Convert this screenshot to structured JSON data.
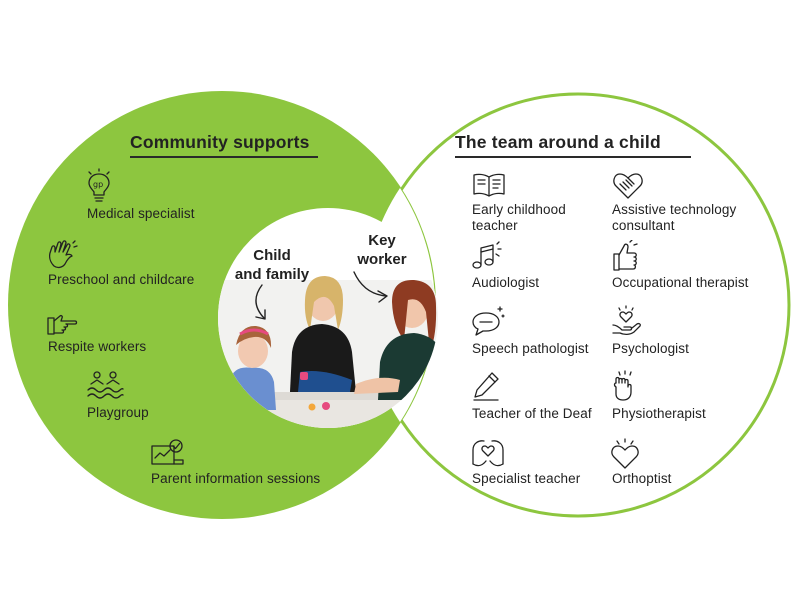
{
  "colors": {
    "community_fill": "#8dc63f",
    "team_outline": "#8dc63f",
    "text": "#222222"
  },
  "left_circle": {
    "title": "Community supports",
    "items": [
      {
        "label": "Medical specialist",
        "icon": "gp-lightbulb-icon"
      },
      {
        "label": "Preschool and childcare",
        "icon": "waving-hand-icon"
      },
      {
        "label": "Respite workers",
        "icon": "pointing-hand-icon"
      },
      {
        "label": "Playgroup",
        "icon": "people-waves-icon"
      },
      {
        "label": "Parent information sessions",
        "icon": "presentation-check-icon"
      }
    ]
  },
  "right_circle": {
    "title": "The team around a child",
    "items": [
      {
        "label_line1": "Early childhood",
        "label_line2": "teacher",
        "icon": "open-book-icon"
      },
      {
        "label_line1": "Assistive technology",
        "label_line2": "consultant",
        "icon": "handshake-heart-icon"
      },
      {
        "label_line1": "Audiologist",
        "icon": "music-notes-icon"
      },
      {
        "label_line1": "Occupational therapist",
        "icon": "thumbs-up-icon"
      },
      {
        "label_line1": "Speech pathologist",
        "icon": "speech-bubble-icon"
      },
      {
        "label_line1": "Psychologist",
        "icon": "hand-heart-icon"
      },
      {
        "label_line1": "Teacher of the Deaf",
        "icon": "pen-icon"
      },
      {
        "label_line1": "Physiotherapist",
        "icon": "fist-icon"
      },
      {
        "label_line1": "Specialist teacher",
        "icon": "heart-hands-icon"
      },
      {
        "label_line1": "Orthoptist",
        "icon": "heart-icon"
      }
    ]
  },
  "center": {
    "child_family_line1": "Child",
    "child_family_line2": "and family",
    "key_worker_line1": "Key",
    "key_worker_line2": "worker",
    "photo": "family-with-key-worker-photo"
  }
}
